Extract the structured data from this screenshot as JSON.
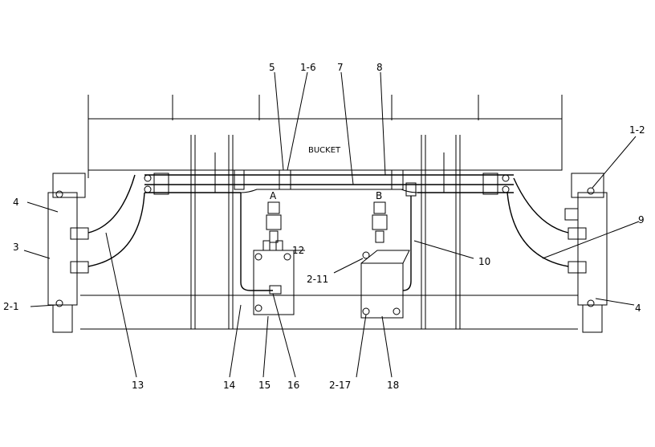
{
  "diagram": {
    "bucket_label": "BUCKET",
    "port_a": "A",
    "port_b": "B",
    "callouts": {
      "c5": "5",
      "c1_6": "1-6",
      "c7": "7",
      "c8": "8",
      "c1_2": "1-2",
      "c4_left": "4",
      "c3": "3",
      "c2_1": "2-1",
      "c9": "9",
      "c4_right": "4",
      "c12": "12",
      "c2_11": "2-11",
      "c10": "10",
      "c13": "13",
      "c14": "14",
      "c15": "15",
      "c16": "16",
      "c2_17": "2-17",
      "c18": "18"
    }
  }
}
